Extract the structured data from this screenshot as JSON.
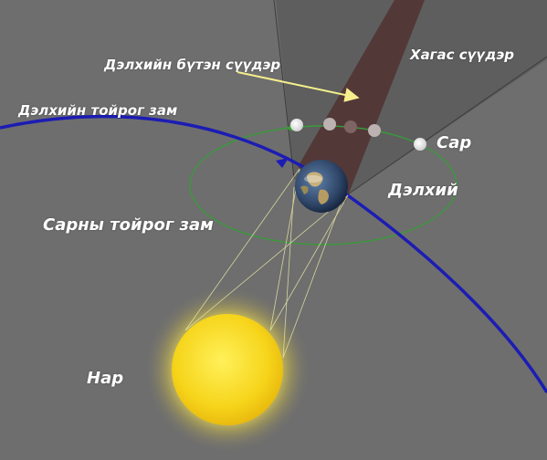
{
  "labels": {
    "umbra": "Дэлхийн бүтэн сүүдэр",
    "penumbra": "Хагас сүүдэр",
    "earth_orbit": "Дэлхийн тойрог зам",
    "moon": "Сар",
    "earth": "Дэлхий",
    "moon_orbit": "Сарны тойрог зам",
    "sun": "Нар"
  },
  "colors": {
    "background": "#6e6e6e",
    "earth_orbit": "#1c1cb4",
    "moon_orbit": "#3a9a3a",
    "umbra": "#5a3a3a",
    "sun": "#f2d21a",
    "label_arrow": "#f5f08c"
  }
}
